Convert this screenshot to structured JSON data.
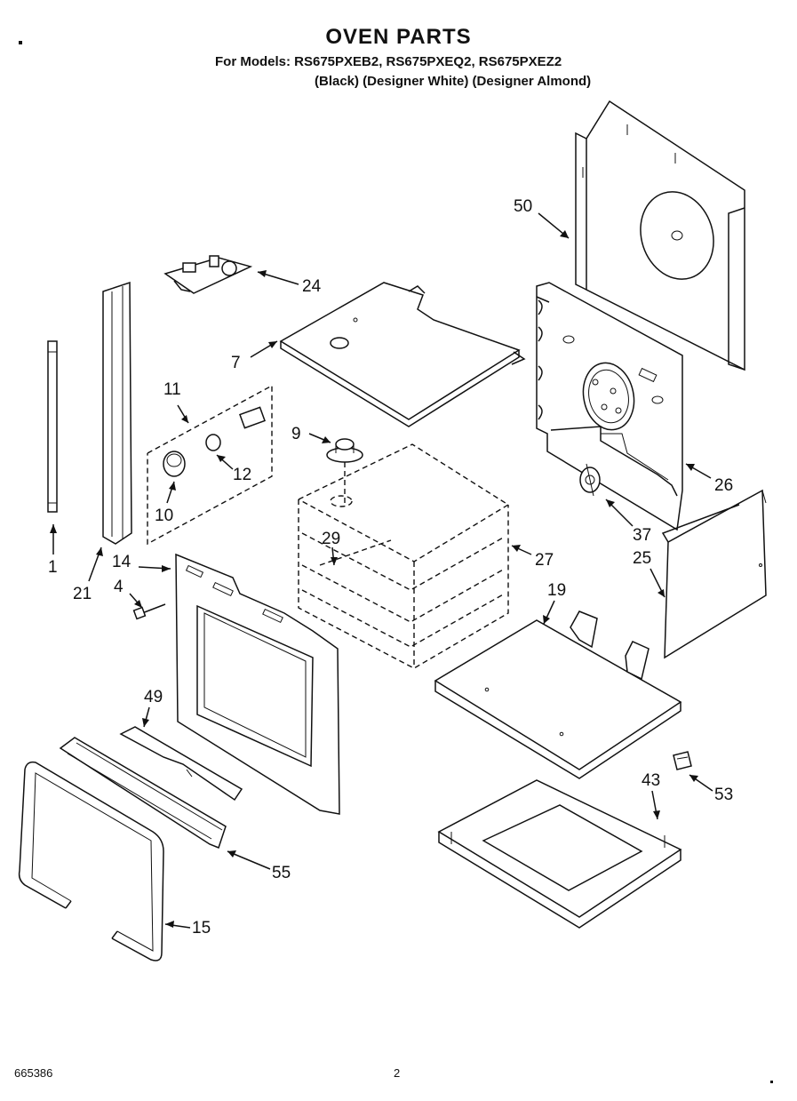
{
  "header": {
    "title": "OVEN PARTS",
    "models_line": "For Models: RS675PXEB2, RS675PXEQ2, RS675PXEZ2",
    "finishes_line": "(Black) (Designer White) (Designer Almond)"
  },
  "footer": {
    "doc_number": "665386",
    "page_number": "2"
  },
  "callouts": [
    "50",
    "24",
    "7",
    "11",
    "12",
    "9",
    "10",
    "26",
    "29",
    "27",
    "37",
    "25",
    "1",
    "21",
    "14",
    "4",
    "19",
    "49",
    "53",
    "43",
    "55",
    "15"
  ]
}
